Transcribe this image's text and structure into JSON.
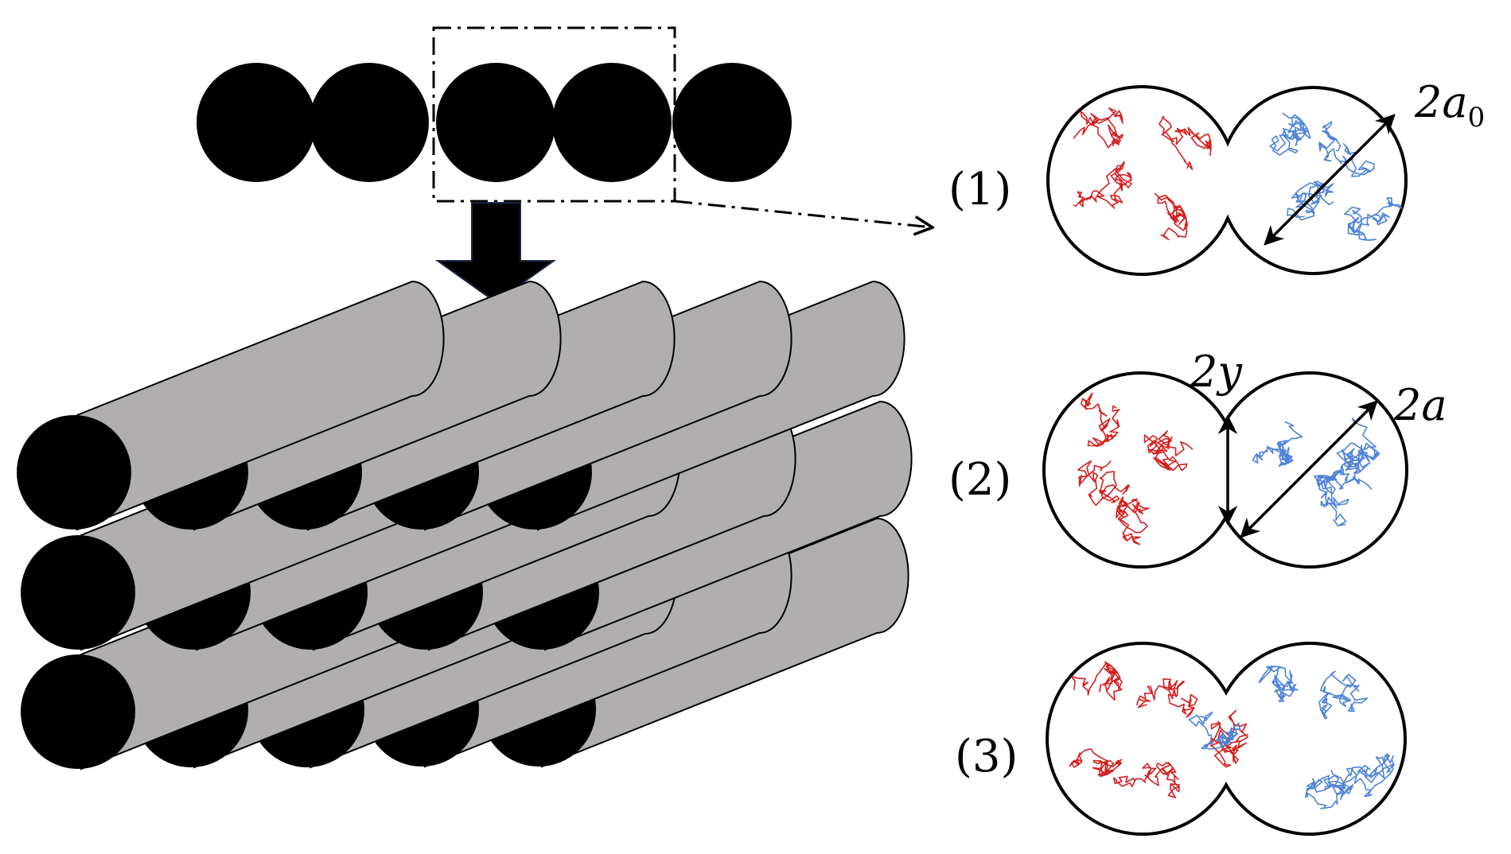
{
  "colors": {
    "particle": "#000000",
    "rod": "#b0aeae",
    "outline": "#000000",
    "chain_red": "#d42020",
    "chain_blue": "#4f83d6",
    "background": "#ffffff"
  },
  "stages": [
    {
      "label": "(1)",
      "annotations": [
        {
          "name": "diameter",
          "symbol": "2a",
          "subscript": "0"
        }
      ]
    },
    {
      "label": "(2)",
      "annotations": [
        {
          "name": "neck-width",
          "symbol": "2y",
          "subscript": ""
        },
        {
          "name": "diameter",
          "symbol": "2a",
          "subscript": ""
        }
      ]
    },
    {
      "label": "(3)",
      "annotations": []
    }
  ]
}
